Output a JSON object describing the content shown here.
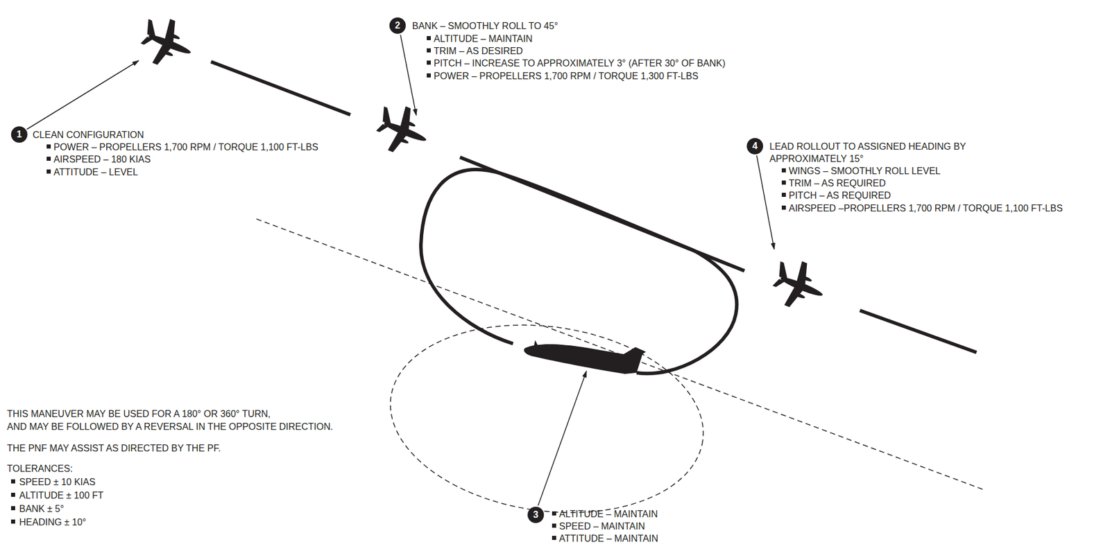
{
  "diagram": {
    "nodes": [
      {
        "text": [
          "1"
        ]
      },
      {
        "text": [
          "2"
        ]
      },
      {
        "text": [
          "4"
        ]
      },
      {
        "text": [
          "3"
        ]
      }
    ],
    "labels": [
      "CLEAN CONFIGURATION",
      "POWER – PROPELLERS 1,700 RPM / TORQUE 1,100 FT-LBS",
      "AIRSPEED – 180 KIAS",
      "ATTITUDE – LEVEL",
      "BANK – SMOOTHLY ROLL TO 45°",
      "ALTITUDE – MAINTAIN",
      "TRIM – AS DESIRED",
      "PITCH – INCREASE TO APPROXIMATELY 3° (AFTER 30° OF BANK)",
      "POWER – PROPELLERS 1,700 RPM / TORQUE 1,300 FT-LBS",
      "LEAD ROLLOUT TO ASSIGNED HEADING BY APPROXIMATELY 15°",
      "WINGS – SMOOTHLY ROLL LEVEL",
      "TRIM – AS REQUIRED",
      "PITCH – AS REQUIRED",
      "AIRSPEED –PROPELLERS 1,700 RPM / TORQUE 1,100 FT-LBS",
      "ALTITUDE – MAINTAIN",
      "SPEED – MAINTAIN",
      "ATTITUDE – MAINTAIN",
      "THIS MANEUVER MAY BE USED FOR A 180° OR 360° TURN,",
      "AND MAY BE FOLLOWED BY A REVERSAL IN THE OPPOSITE DIRECTION.",
      "THE PNF MAY ASSIST AS DIRECTED BY THE PF.",
      "TOLERANCES:",
      "SPEED ± 10 KIAS",
      "ALTITUDE ± 100 FT",
      "BANK ± 5°",
      "HEADING ± 10°"
    ]
  }
}
